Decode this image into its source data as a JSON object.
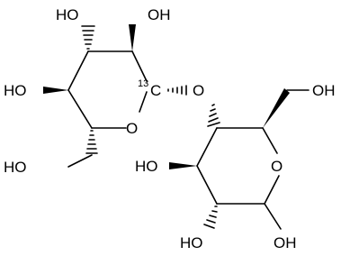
{
  "molecule": {
    "hydroxyl_label": "OH",
    "hydroxyl_label_left": "HO",
    "ring_oxygen_label": "O",
    "glycosidic_oxygen_label": "O",
    "carbon_label": "C",
    "isotope_label": "13"
  }
}
